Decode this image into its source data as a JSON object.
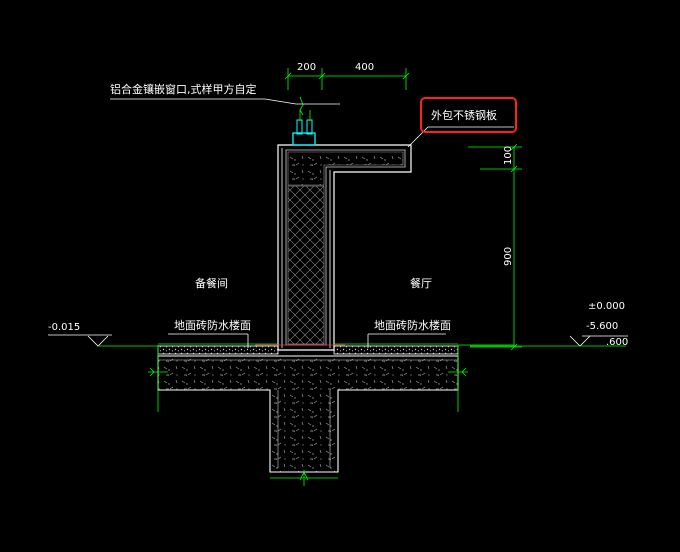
{
  "drawing": {
    "background": "#000000",
    "colors": {
      "dimension": "#00ff00",
      "outline": "#ffffff",
      "hatch": "#b0b0b0",
      "window": "#00ffff",
      "highlight": "#ff2020",
      "section_line": "#ff3030"
    },
    "labels": {
      "window_note": "铝合金镶嵌窗口,式样甲方自定",
      "cladding_note": "外包不锈钢板",
      "room_left": "备餐间",
      "room_right": "餐厅",
      "floor_left": "地面砖防水楼面",
      "floor_right": "地面砖防水楼面"
    },
    "dimensions": {
      "top_width_a": "200",
      "top_width_b": "400",
      "slab_thickness": "100",
      "wall_height": "900"
    },
    "elevations": {
      "left": "-0.015",
      "right_upper": "±0.000",
      "right_middle": "-5.600",
      "right_lower": ".600"
    }
  }
}
